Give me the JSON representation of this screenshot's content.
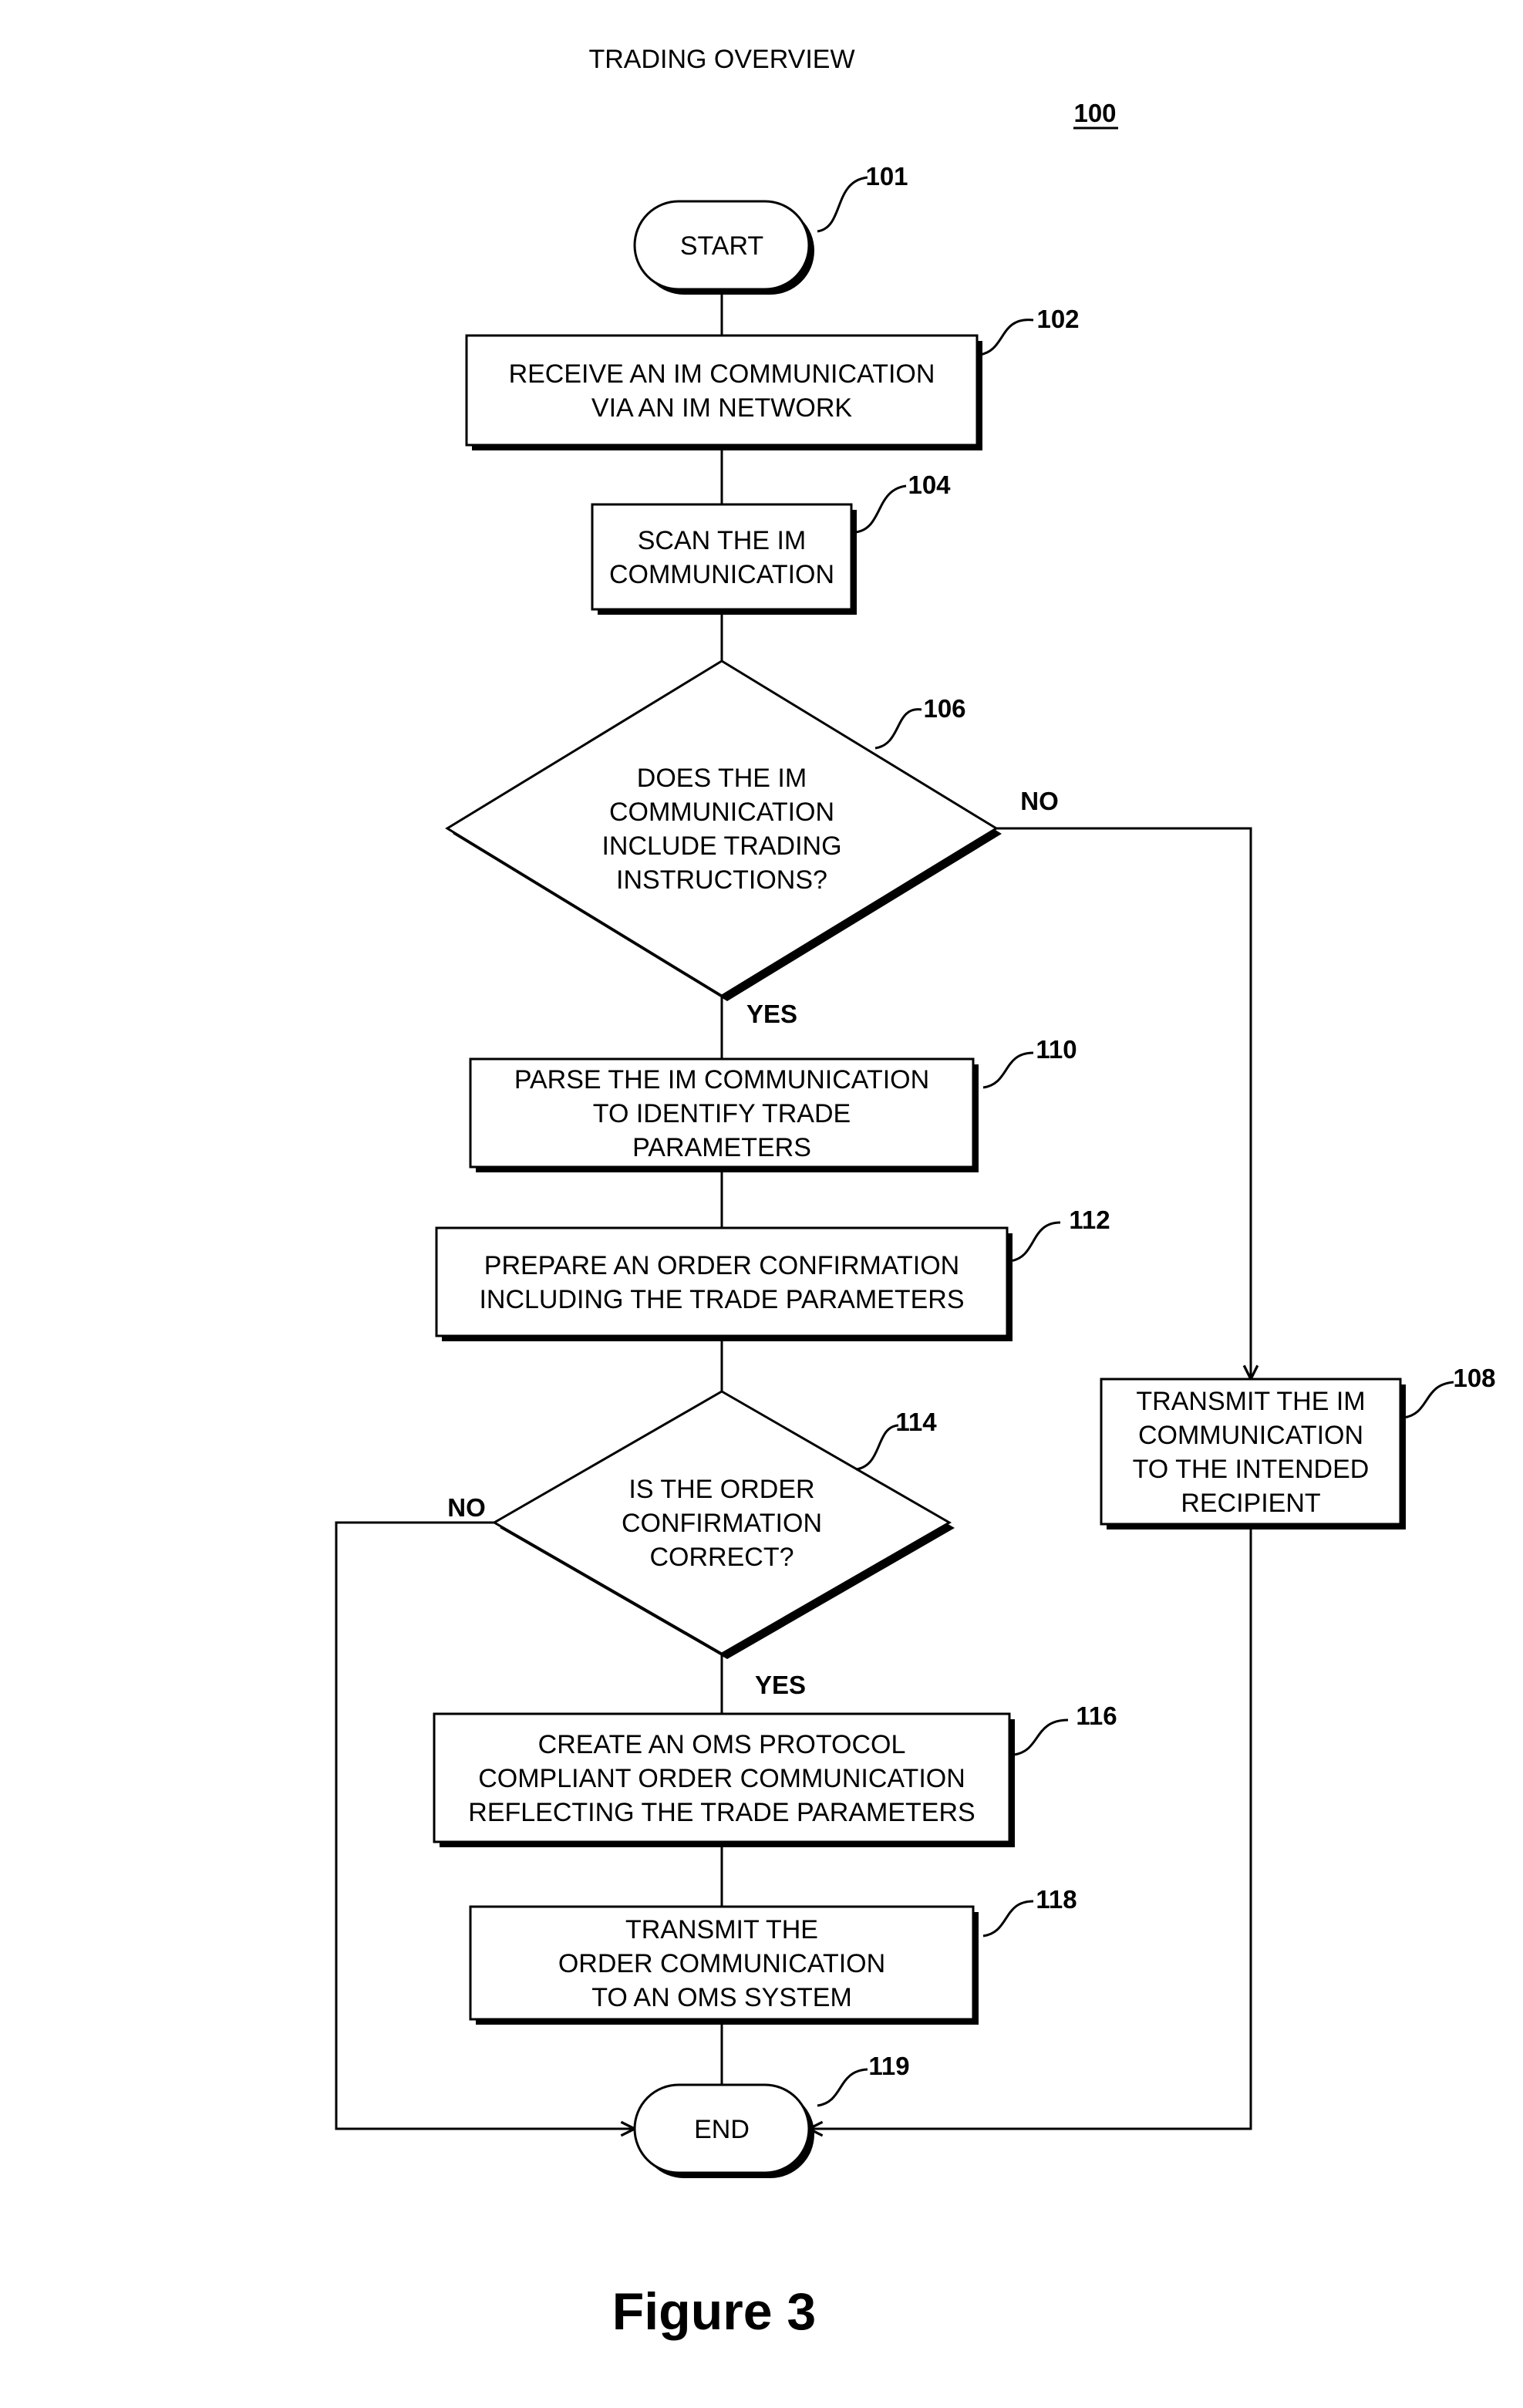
{
  "diagram": {
    "title": "TRADING OVERVIEW",
    "figure_number": "100",
    "caption": "Figure 3",
    "nodes": [
      {
        "id": "n101",
        "ref": "101",
        "type": "terminal",
        "lines": [
          "START"
        ]
      },
      {
        "id": "n102",
        "ref": "102",
        "type": "process",
        "lines": [
          "RECEIVE AN IM COMMUNICATION",
          "VIA AN IM NETWORK"
        ]
      },
      {
        "id": "n104",
        "ref": "104",
        "type": "process",
        "lines": [
          "SCAN THE IM",
          "COMMUNICATION"
        ]
      },
      {
        "id": "n106",
        "ref": "106",
        "type": "decision",
        "lines": [
          "DOES THE IM",
          "COMMUNICATION",
          "INCLUDE TRADING",
          "INSTRUCTIONS?"
        ]
      },
      {
        "id": "n108",
        "ref": "108",
        "type": "process",
        "lines": [
          "TRANSMIT THE IM",
          "COMMUNICATION",
          "TO THE INTENDED",
          "RECIPIENT"
        ]
      },
      {
        "id": "n110",
        "ref": "110",
        "type": "process",
        "lines": [
          "PARSE THE IM COMMUNICATION",
          "TO IDENTIFY TRADE",
          "PARAMETERS"
        ]
      },
      {
        "id": "n112",
        "ref": "112",
        "type": "process",
        "lines": [
          "PREPARE AN ORDER CONFIRMATION",
          "INCLUDING THE TRADE PARAMETERS"
        ]
      },
      {
        "id": "n114",
        "ref": "114",
        "type": "decision",
        "lines": [
          "IS THE ORDER",
          "CONFIRMATION",
          "CORRECT?"
        ]
      },
      {
        "id": "n116",
        "ref": "116",
        "type": "process",
        "lines": [
          "CREATE AN OMS PROTOCOL",
          "COMPLIANT ORDER COMMUNICATION",
          "REFLECTING THE TRADE PARAMETERS"
        ]
      },
      {
        "id": "n118",
        "ref": "118",
        "type": "process",
        "lines": [
          "TRANSMIT THE",
          "ORDER COMMUNICATION",
          "TO AN OMS SYSTEM"
        ]
      },
      {
        "id": "n119",
        "ref": "119",
        "type": "terminal",
        "lines": [
          "END"
        ]
      }
    ],
    "edges": [
      {
        "from": "n101",
        "to": "n102",
        "label": ""
      },
      {
        "from": "n102",
        "to": "n104",
        "label": ""
      },
      {
        "from": "n104",
        "to": "n106",
        "label": ""
      },
      {
        "from": "n106",
        "to": "n110",
        "label": "YES"
      },
      {
        "from": "n106",
        "to": "n108",
        "label": "NO"
      },
      {
        "from": "n110",
        "to": "n112",
        "label": ""
      },
      {
        "from": "n112",
        "to": "n114",
        "label": ""
      },
      {
        "from": "n114",
        "to": "n116",
        "label": "YES"
      },
      {
        "from": "n114",
        "to": "n119",
        "label": "NO"
      },
      {
        "from": "n116",
        "to": "n118",
        "label": ""
      },
      {
        "from": "n118",
        "to": "n119",
        "label": ""
      },
      {
        "from": "n108",
        "to": "n119",
        "label": ""
      }
    ]
  }
}
